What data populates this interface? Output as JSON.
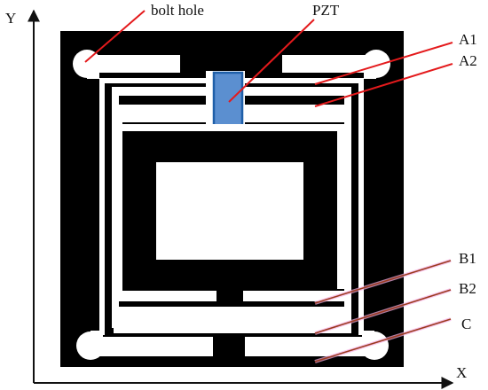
{
  "axes": {
    "x_label": "X",
    "y_label": "Y"
  },
  "labels": {
    "bolt_hole": "bolt hole",
    "pzt": "PZT",
    "a1": "A1",
    "a2": "A2",
    "b1": "B1",
    "b2": "B2",
    "c": "C"
  },
  "colors": {
    "body": "#000000",
    "slot": "#ffffff",
    "pzt_fill": "#5b8fd0",
    "pzt_stroke": "#1f5fa8",
    "leader_red": "#e41a1c",
    "leader_brown": "#9b3b1e",
    "axis": "#111111"
  }
}
